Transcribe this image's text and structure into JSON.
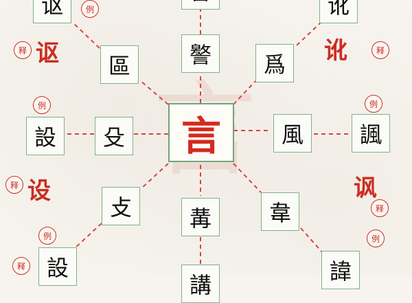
{
  "center": {
    "char": "言"
  },
  "chars": {
    "top_left_corner": "讴",
    "top_right_corner": "讹",
    "top_center_upper": "譥",
    "inner_upper_left": "區",
    "inner_upper_center": "譥",
    "inner_upper_right": "爲",
    "left_outer": "設",
    "inner_left": "殳",
    "inner_right": "風",
    "right_outer": "諷",
    "inner_lower_left": "攴",
    "inner_lower_center": "冓",
    "inner_lower_right": "韋",
    "bottom_left_corner": "設",
    "bottom_center": "講",
    "bottom_right_corner": "諱"
  },
  "modern_chars": {
    "top_left": "讴",
    "top_right": "讹",
    "left": "设",
    "right": "讽"
  },
  "seals": {
    "shi": "释",
    "li": "例"
  },
  "colors": {
    "seal_red": "#cc2d22",
    "line_red": "#d6453a",
    "box_border": "#7fb089",
    "background": "#f7f4ef"
  }
}
